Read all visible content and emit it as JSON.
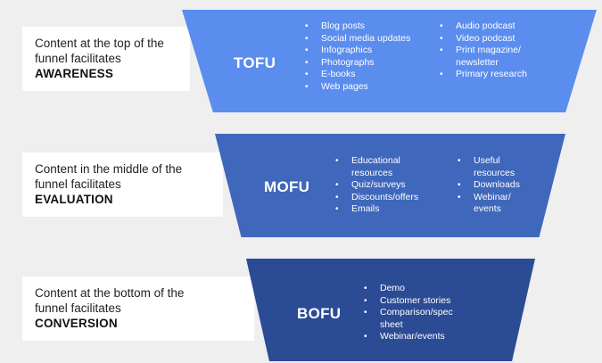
{
  "tiers": [
    {
      "name": "TOFU",
      "description": [
        "Content at the top of the",
        "funnel facilitates"
      ],
      "keyword": "AWARENESS",
      "color": "#5b8def",
      "col1": [
        "Blog posts",
        "Social media updates",
        "Infographics",
        "Photographs",
        "E-books",
        "Web pages"
      ],
      "col2": [
        "Audio podcast",
        "Video podcast",
        "Print magazine/ newsletter",
        "Primary research"
      ]
    },
    {
      "name": "MOFU",
      "description": [
        "Content in the middle of the",
        "funnel facilitates"
      ],
      "keyword": "EVALUATION",
      "color": "#3f67bb",
      "col1": [
        "Educational resources",
        "Quiz/surveys",
        "Discounts/offers",
        "Emails"
      ],
      "col2": [
        "Useful resources",
        "Downloads",
        "Webinar/ events"
      ]
    },
    {
      "name": "BOFU",
      "description": [
        "Content at the bottom of the",
        "funnel facilitates"
      ],
      "keyword": "CONVERSION",
      "color": "#2c4b95",
      "col1": [
        "Demo",
        "Customer stories",
        "Comparison/spec sheet",
        "Webinar/events"
      ]
    }
  ]
}
